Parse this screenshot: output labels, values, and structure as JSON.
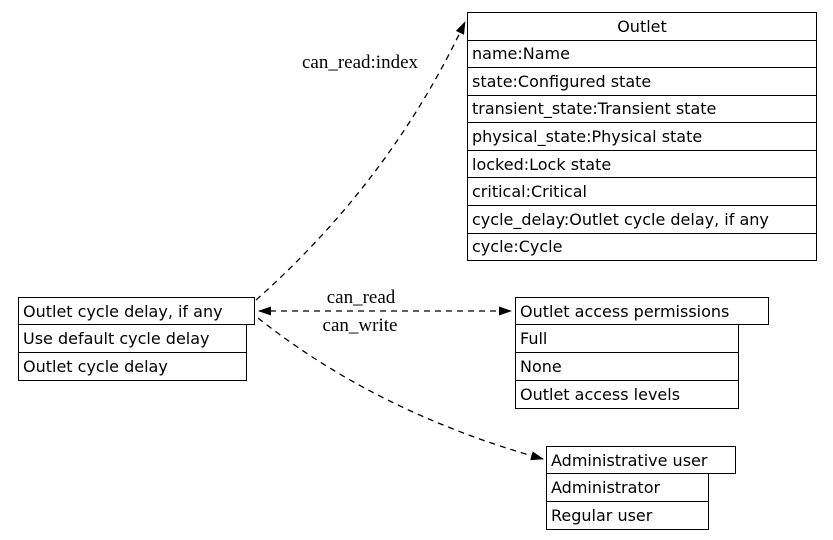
{
  "diagram": {
    "nodes": {
      "outlet": {
        "title": "Outlet",
        "rows": [
          "name:Name",
          "state:Configured state",
          "transient_state:Transient state",
          "physical_state:Physical state",
          "locked:Lock state",
          "critical:Critical",
          "cycle_delay:Outlet cycle delay, if any",
          "cycle:Cycle"
        ]
      },
      "cycle_delay_property": {
        "title": "Outlet cycle delay, if any",
        "rows": [
          "Use default cycle delay",
          "Outlet cycle delay"
        ]
      },
      "access_permissions": {
        "title": "Outlet access permissions",
        "rows": [
          "Full",
          "None",
          "Outlet access levels"
        ]
      },
      "administrative_user": {
        "title": "Administrative user",
        "rows": [
          "Administrator",
          "Regular user"
        ]
      }
    },
    "edge_labels": {
      "can_read_index": "can_read:index",
      "can_read": "can_read",
      "can_write": "can_write"
    },
    "colors": {
      "line": "#000000",
      "background": "#ffffff",
      "text": "#000000"
    }
  }
}
